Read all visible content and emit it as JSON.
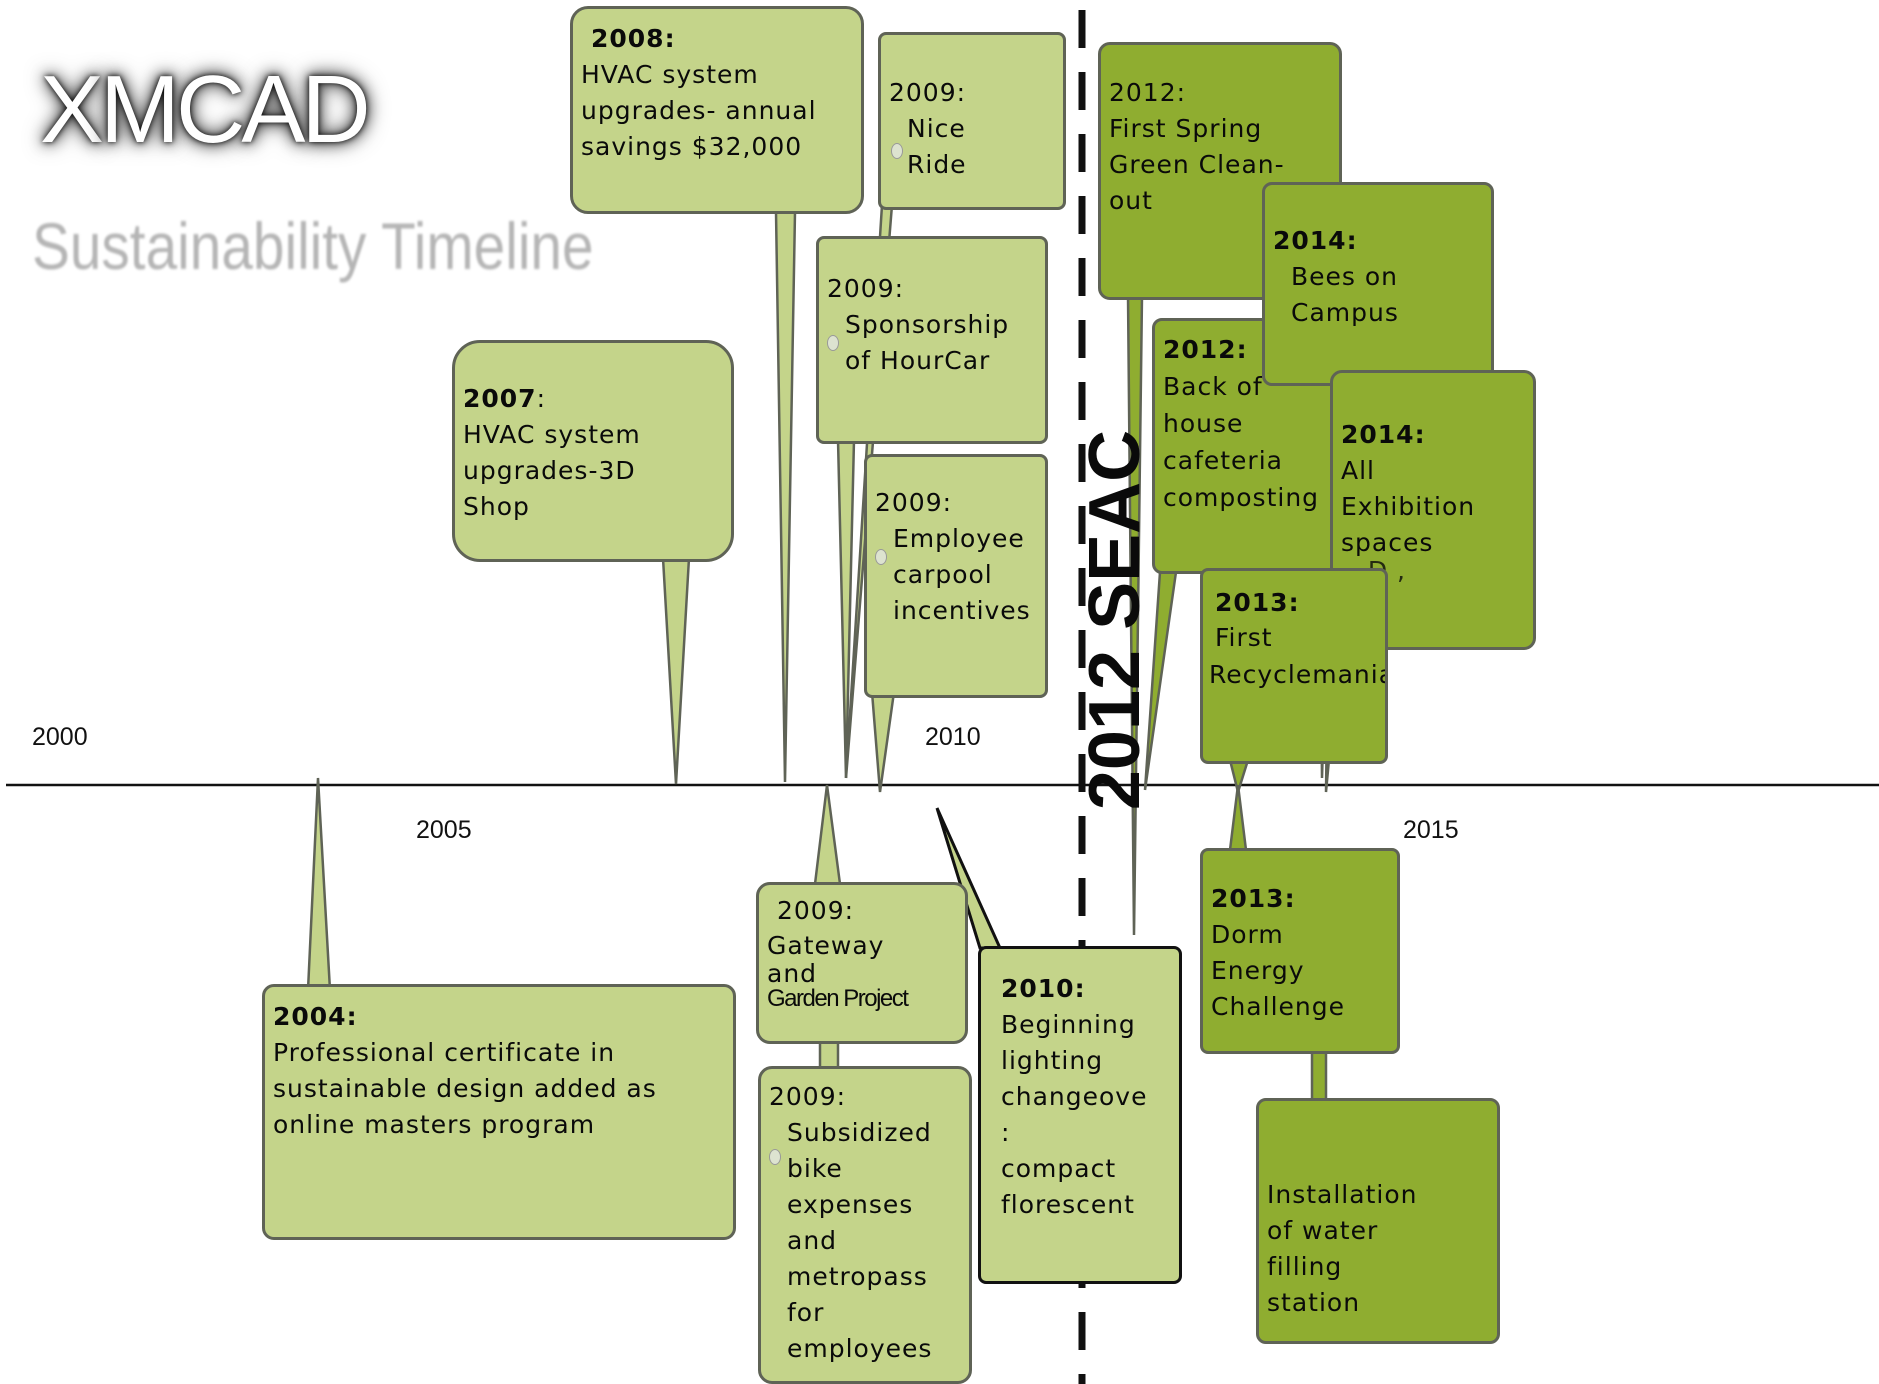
{
  "logo": {
    "text": "MCAD",
    "mark": "X"
  },
  "title": "Sustainability Timeline",
  "axis": {
    "labels": [
      "2000",
      "2005",
      "2010",
      "2015"
    ]
  },
  "seac_label": "2012 SEAC",
  "events": {
    "e2004": {
      "year": "2004:",
      "lines": [
        "Professional certificate in",
        "sustainable design added as",
        "online masters program"
      ]
    },
    "e2007": {
      "year": "2007",
      "year_suffix": ":",
      "lines": [
        "HVAC system",
        "upgrades-3D",
        "Shop"
      ]
    },
    "e2008": {
      "year": "2008:",
      "lines": [
        "HVAC system",
        "upgrades- annual",
        "savings  $32,000"
      ]
    },
    "e2009a": {
      "year": "2009:",
      "lines": [
        "Nice",
        "Ride"
      ]
    },
    "e2009b": {
      "year": "2009:",
      "lines": [
        "Sponsorship",
        "of HourCar"
      ]
    },
    "e2009c": {
      "year": "2009:",
      "lines": [
        "Employee",
        "carpool",
        "incentives"
      ]
    },
    "e2009d": {
      "year": "2009:",
      "lines": [
        "Gateway",
        "and"
      ],
      "last": "Garden Project"
    },
    "e2009e": {
      "year": "2009:",
      "lines": [
        "Subsidized",
        "bike",
        "expenses and",
        "metropass for",
        "employees"
      ]
    },
    "e2010": {
      "year": "2010:",
      "lines": [
        "Beginning",
        "lighting",
        "changeove",
        ":",
        "compact",
        "florescent"
      ]
    },
    "e2012a": {
      "year": "2012:",
      "lines": [
        "First Spring",
        "Green Clean-",
        "out"
      ]
    },
    "e2012b": {
      "year": "2012:",
      "lines": [
        "Back of",
        "house",
        "cafeteria",
        "composting"
      ]
    },
    "e2014a": {
      "year": "2014:",
      "lines": [
        "Bees on",
        "Campus"
      ]
    },
    "e2014b": {
      "year": "2014:",
      "lines": [
        "All",
        "Exhibition",
        "spaces"
      ],
      "fragment": "...D ,"
    },
    "e2013a": {
      "year": "2013:",
      "lines": [
        "First",
        "Recyclemania"
      ]
    },
    "e2013b": {
      "year": "2013:",
      "lines": [
        "Dorm",
        "Energy",
        "Challenge"
      ]
    },
    "eWater": {
      "lines": [
        "Installation",
        "of water",
        "filling",
        "station"
      ]
    }
  },
  "colors": {
    "light_green": "#c4d48a",
    "dark_green": "#8fad30",
    "border": "#5f6356"
  }
}
